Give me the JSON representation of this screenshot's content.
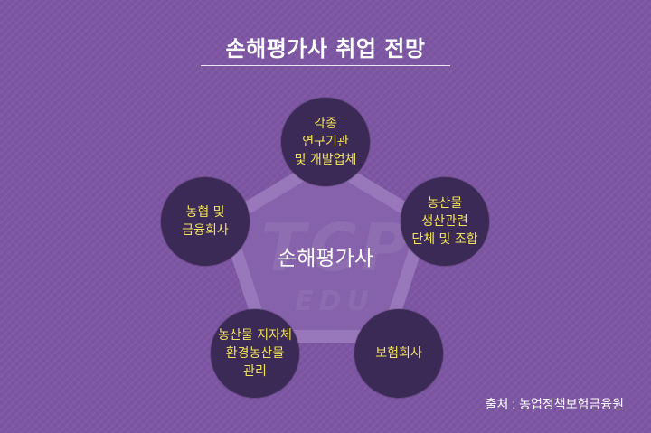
{
  "title": "손해평가사 취업 전망",
  "center": "손해평가사",
  "watermark": {
    "main": "TCP",
    "sub": "EDU"
  },
  "nodes": [
    {
      "id": "research",
      "lines": [
        "각종",
        "연구기관",
        "및 개발업체"
      ]
    },
    {
      "id": "agri-org",
      "lines": [
        "농산물",
        "생산관련",
        "단체 및 조합"
      ]
    },
    {
      "id": "insurance",
      "lines": [
        "보험회사"
      ]
    },
    {
      "id": "local-gov",
      "lines": [
        "농산물 지자체",
        "환경농산물",
        "관리"
      ]
    },
    {
      "id": "finance",
      "lines": [
        "농협 및",
        "금융회사"
      ]
    }
  ],
  "source": "출처 : 농업정책보험금융원",
  "colors": {
    "background": "#7d56a3",
    "node": "#3a2a55",
    "node_text": "#f3e35a",
    "pentagon": "#8a66b0"
  }
}
